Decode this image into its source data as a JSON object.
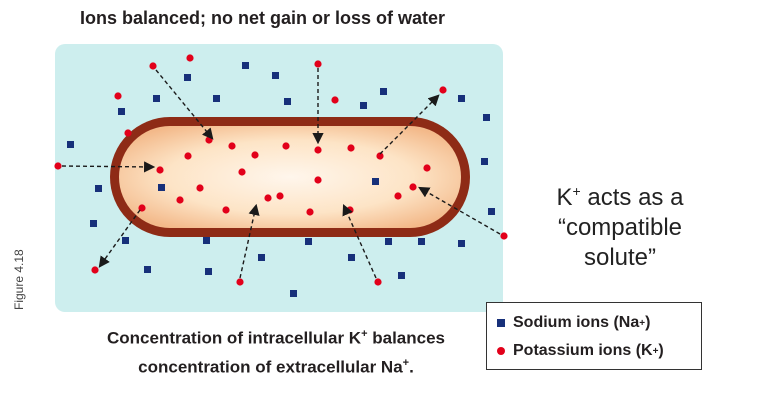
{
  "title": "Ions balanced; no net gain or loss of water",
  "figure_label": "Figure 4.18",
  "side_note": {
    "prefix": "K",
    "charge": "+",
    "rest_line1": " acts as a",
    "line2": "“compatible",
    "line3": "solute”"
  },
  "caption": {
    "line1_prefix": "Concentration of intracellular K",
    "line1_charge": "+",
    "line1_suffix": " balances",
    "line2_prefix": "concentration of extracellular Na",
    "line2_charge": "+",
    "line2_suffix": "."
  },
  "legend": {
    "sodium": {
      "prefix": "Sodium ions (Na",
      "charge": "+",
      "suffix": ")"
    },
    "potassium": {
      "prefix": "Potassium ions (K",
      "charge": "+",
      "suffix": ")"
    }
  },
  "colors": {
    "medium": "#cdeeee",
    "cell_wall": "#8e2b16",
    "cytoplasm_outer": "#f3b98a",
    "cytoplasm_inner": "#fff6ec",
    "sodium": "#17307a",
    "potassium": "#e2001a",
    "arrow": "#1a1a1a"
  },
  "icons": {
    "sodium": "blue-square",
    "potassium": "red-dot",
    "arrow": "dashed-arrow"
  }
}
